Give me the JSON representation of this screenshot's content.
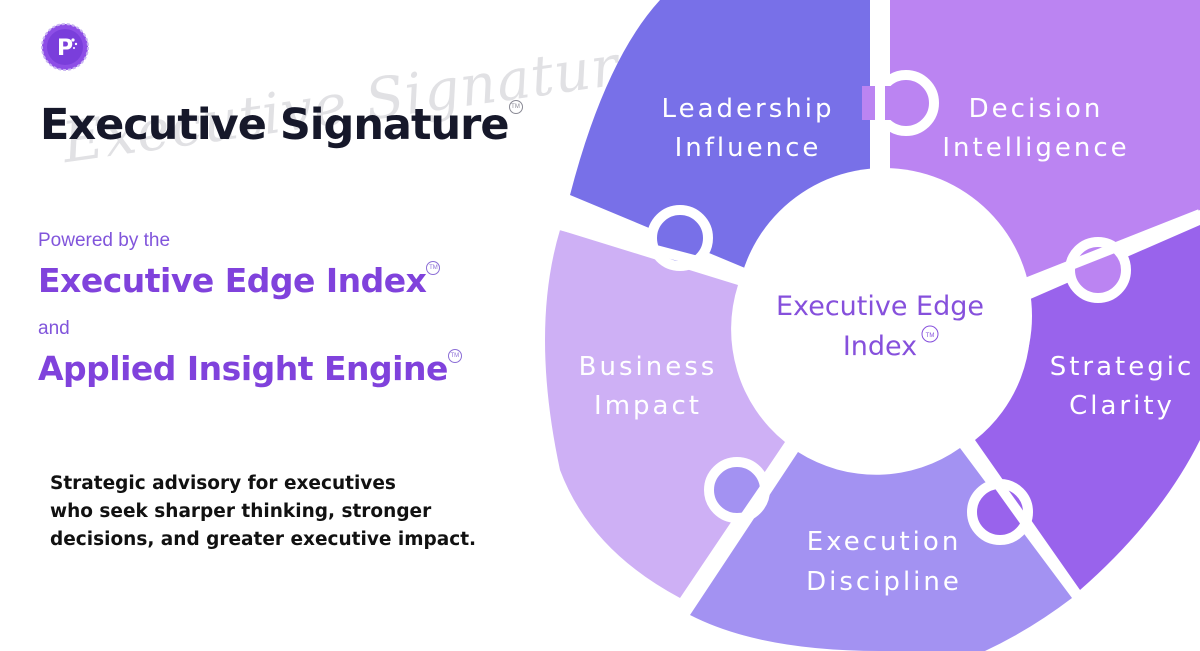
{
  "brand": {
    "logo_letter": "P"
  },
  "header": {
    "title": "Executive Signature",
    "script_watermark": "Executive Signature",
    "tm": "TM"
  },
  "powered": {
    "powered_by": "Powered by the",
    "index_name": "Executive Edge Index",
    "and": "and",
    "engine_name": "Applied Insight Engine"
  },
  "description": [
    "Strategic advisory for executives",
    "who seek sharper thinking, stronger",
    "decisions, and greater executive impact."
  ],
  "diagram": {
    "center": [
      "Executive Edge",
      "Index"
    ],
    "segments": [
      {
        "lines": [
          "Leadership",
          "Influence"
        ],
        "color": "#7870e8"
      },
      {
        "lines": [
          "Decision",
          "Intelligence"
        ],
        "color": "#bb84f2"
      },
      {
        "lines": [
          "Strategic",
          "Clarity"
        ],
        "color": "#9963ec"
      },
      {
        "lines": [
          "Execution",
          "Discipline"
        ],
        "color": "#a392f2"
      },
      {
        "lines": [
          "Business",
          "Impact"
        ],
        "color": "#ceb0f5"
      }
    ]
  },
  "colors": {
    "title": "#16182a",
    "accent": "#8042dc",
    "accent_light": "#8155db"
  }
}
